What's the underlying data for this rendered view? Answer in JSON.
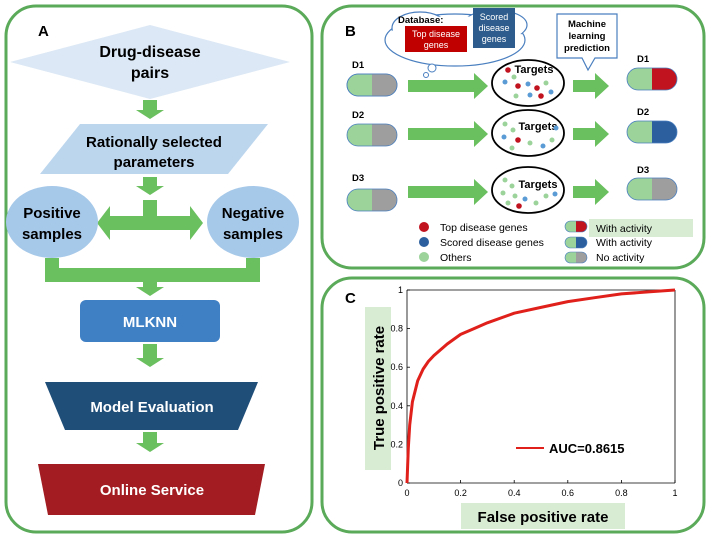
{
  "panel_a": {
    "letter": "A",
    "pairs_line1": "Drug-disease",
    "pairs_line2": "pairs",
    "params_line1": "Rationally selected",
    "params_line2": "parameters",
    "pos_line1": "Positive",
    "pos_line2": "samples",
    "neg_line1": "Negative",
    "neg_line2": "samples",
    "mlknn": "MLKNN",
    "model_eval": "Model Evaluation",
    "online": "Online Service",
    "colors": {
      "border": "#5aaa5a",
      "arrow": "#6abf5e",
      "diamond": "#dce8f5",
      "para": "#bcd6ee",
      "ellipse": "#a6c8e9",
      "mlknn": "#3f7fc4",
      "model_eval": "#1f4e79",
      "online": "#a21c21"
    }
  },
  "panel_b": {
    "letter": "B",
    "db_label": "Database:",
    "top_genes_btn": "Top disease genes",
    "scored_line1": "Scored",
    "scored_line2": "disease",
    "scored_line3": "genes",
    "ml_line1": "Machine",
    "ml_line2": "learning",
    "ml_line3": "prediction",
    "drugs": [
      {
        "label": "D1",
        "result_label": "D1",
        "targets": "Targets",
        "result": "red"
      },
      {
        "label": "D2",
        "result_label": "D2",
        "targets": "Targets",
        "result": "blue"
      },
      {
        "label": "D3",
        "result_label": "D3",
        "targets": "Targets",
        "result": "grey"
      }
    ],
    "legend": {
      "top_genes": "Top disease genes",
      "scored_genes": "Scored disease genes",
      "others": "Others",
      "with_activity_1": "With activity",
      "with_activity_2": "With activity",
      "no_activity": "No activity"
    },
    "colors": {
      "red": "#c1121f",
      "blue": "#2c5f9e",
      "grey": "#9e9e9e",
      "green": "#9bd39b",
      "btn_red": "#c00000",
      "btn_blue": "#2e5c8c"
    }
  },
  "panel_c": {
    "letter": "C",
    "xlabel": "False positive rate",
    "ylabel": "True positive rate",
    "legend": "AUC=0.8615",
    "x_ticks": [
      "0",
      "0.2",
      "0.4",
      "0.6",
      "0.8",
      "1"
    ],
    "y_ticks": [
      "0",
      "0.2",
      "0.4",
      "0.6",
      "0.8",
      "1"
    ],
    "colors": {
      "curve": "#e0201b",
      "label_bg": "#d8ecd4"
    }
  },
  "chart_data": {
    "type": "line",
    "xlabel": "False positive rate",
    "ylabel": "True positive rate",
    "xlim": [
      0,
      1
    ],
    "ylim": [
      0,
      1
    ],
    "grid": false,
    "legend_position": "lower-right",
    "series": [
      {
        "name": "AUC=0.8615",
        "x": [
          0,
          0.005,
          0.01,
          0.02,
          0.04,
          0.06,
          0.08,
          0.1,
          0.15,
          0.2,
          0.25,
          0.3,
          0.4,
          0.5,
          0.6,
          0.7,
          0.8,
          0.9,
          1.0
        ],
        "y": [
          0,
          0.18,
          0.3,
          0.42,
          0.53,
          0.59,
          0.63,
          0.66,
          0.72,
          0.77,
          0.8,
          0.83,
          0.88,
          0.91,
          0.94,
          0.96,
          0.98,
          0.99,
          1.0
        ]
      }
    ]
  }
}
